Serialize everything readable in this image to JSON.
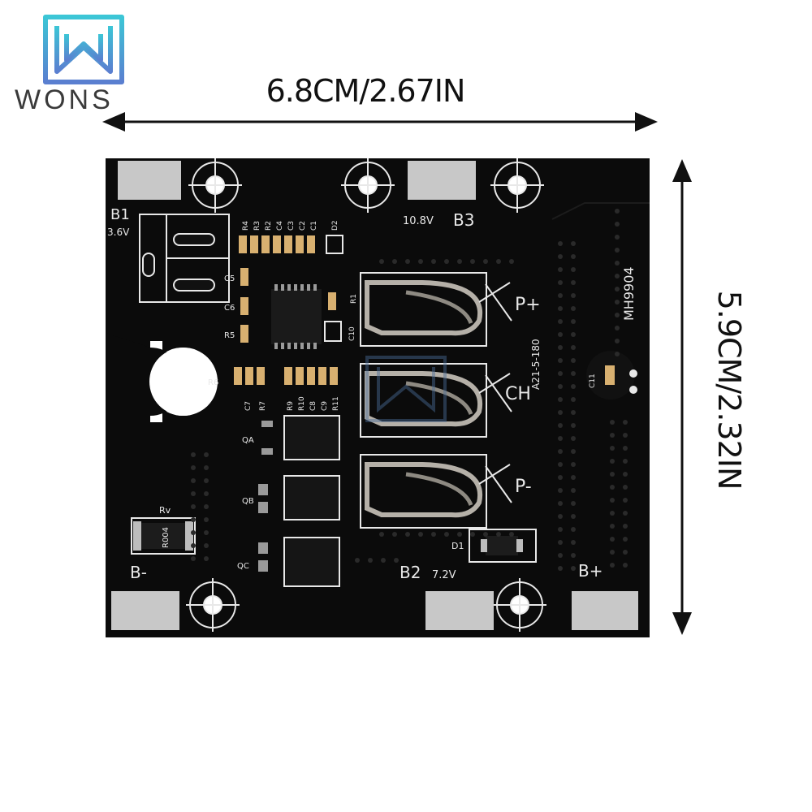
{
  "brand": {
    "name": "WONS",
    "colors": {
      "logo_gradient_top": "#3cc6d6",
      "logo_gradient_bottom": "#5a7fd0",
      "text": "#3a3a3a"
    }
  },
  "dimensions": {
    "width_label": "6.8CM/2.67IN",
    "height_label": "5.9CM/2.32IN"
  },
  "board": {
    "color": "#0b0b0b",
    "silk_color": "#e8e8e8",
    "pad_color": "#c8c8c8",
    "labels": {
      "b1": "B1",
      "b1_voltage": "3.6V",
      "b2": "B2",
      "b2_voltage": "7.2V",
      "b3": "B3",
      "b3_voltage": "10.8V",
      "b_minus": "B-",
      "b_plus": "B+",
      "p_plus": "P+",
      "ch": "CH",
      "p_minus": "P-",
      "part_number": "MH9904",
      "terminal_code": "A21-5-180",
      "resistor_rv": "Rv",
      "resistor_value": "R004",
      "d1": "D1",
      "c11": "C11",
      "qa": "QA",
      "qb": "QB",
      "qc": "QC",
      "r1": "R1",
      "c10": "C10",
      "top_components": [
        "R4",
        "R3",
        "R2",
        "C4",
        "C3",
        "C2",
        "C1",
        "D2"
      ],
      "left_components": [
        "C5",
        "C6",
        "R5",
        "R6"
      ],
      "bottom_components": [
        "C7",
        "R7",
        "R9",
        "R10",
        "C8",
        "C9",
        "R11"
      ]
    }
  }
}
